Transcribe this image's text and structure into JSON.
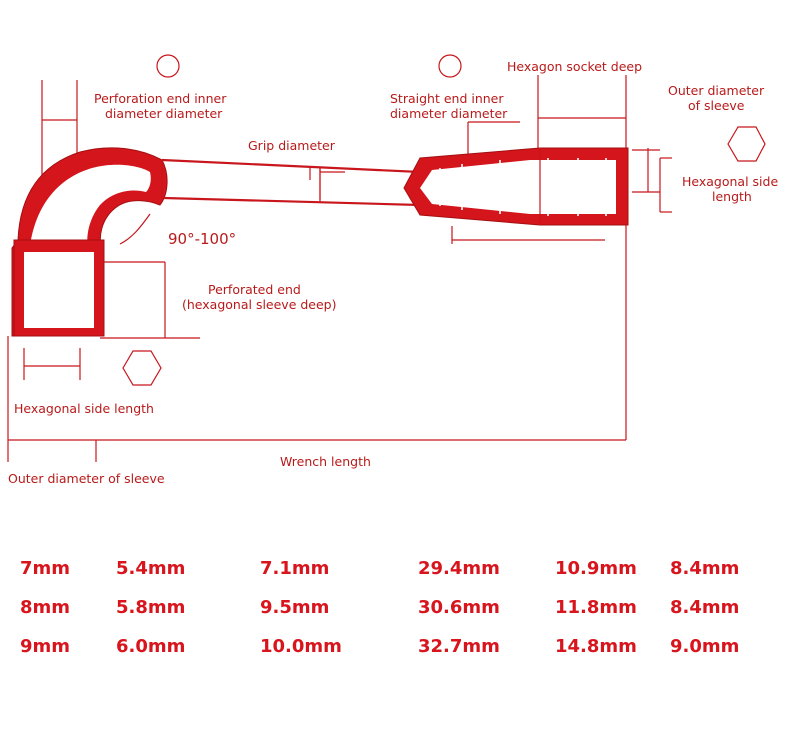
{
  "labels": {
    "perforation_inner": [
      "Perforation end inner",
      "diameter diameter"
    ],
    "grip_diameter": "Grip diameter",
    "straight_inner": [
      "Straight end inner",
      "diameter diameter"
    ],
    "hex_socket_deep": "Hexagon socket deep",
    "outer_diameter_right": [
      "Outer diameter",
      "of sleeve"
    ],
    "hex_side_right": [
      "Hexagonal side",
      "length"
    ],
    "angle": "90°-100°",
    "perforated_end": [
      "Perforated end",
      "(hexagonal sleeve deep)"
    ],
    "hex_side_left": "Hexagonal side length",
    "wrench_length": "Wrench length",
    "outer_diameter_left": "Outer diameter of sleeve"
  },
  "table": {
    "rows": [
      [
        "7mm",
        "5.4mm",
        "7.1mm",
        "29.4mm",
        "10.9mm",
        "8.4mm"
      ],
      [
        "8mm",
        "5.8mm",
        "9.5mm",
        "30.6mm",
        "11.8mm",
        "8.4mm"
      ],
      [
        "9mm",
        "6.0mm",
        "10.0mm",
        "32.7mm",
        "14.8mm",
        "9.0mm"
      ]
    ]
  },
  "colors": {
    "accent": "#d8141c",
    "label": "#b81a1a"
  },
  "icons": [
    "circle-symbol-icon",
    "hexagon-symbol-icon"
  ]
}
